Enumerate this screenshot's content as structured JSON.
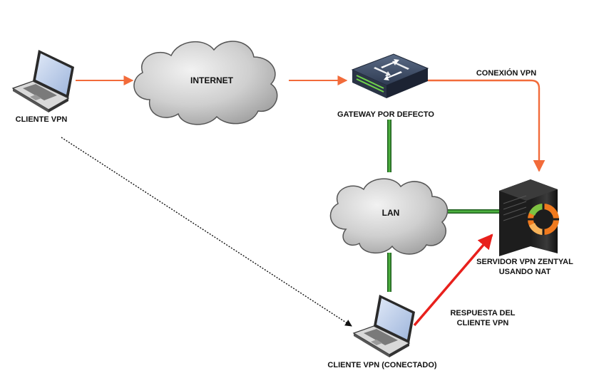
{
  "nodes": {
    "vpn_client": {
      "label": "CLIENTE VPN",
      "icon": "laptop-icon"
    },
    "internet": {
      "label": "INTERNET",
      "icon": "cloud-icon"
    },
    "gateway": {
      "label": "GATEWAY POR DEFECTO",
      "icon": "network-switch-icon"
    },
    "lan": {
      "label": "LAN",
      "icon": "cloud-icon"
    },
    "server": {
      "label_line1": "SERVIDOR VPN ZENTYAL",
      "label_line2": "USANDO NAT",
      "icon": "server-tower-icon"
    },
    "connected_client": {
      "label": "CLIENTE VPN (CONECTADO)",
      "icon": "laptop-icon"
    }
  },
  "edges": {
    "vpn_connection": {
      "label": "CONEXIÓN VPN"
    },
    "client_response": {
      "label_line1": "RESPUESTA DEL",
      "label_line2": "CLIENTE VPN"
    }
  },
  "colors": {
    "orange_arrow": "#f26b3a",
    "green_link": "#3a9a3a",
    "red_arrow": "#e8201c",
    "cloud_fill": "#c9c9c9",
    "server_orange": "#f07a1e",
    "server_green": "#7cc242"
  }
}
